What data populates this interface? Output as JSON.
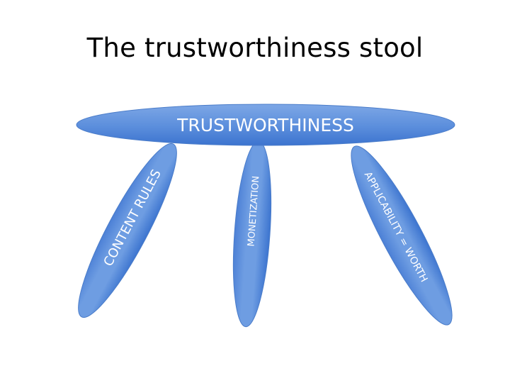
{
  "title": "The trustworthiness stool",
  "seat": {
    "label": "TRUSTWORTHINESS"
  },
  "legs": [
    {
      "label": "CONTENT RULES"
    },
    {
      "label": "MONETIZATION"
    },
    {
      "label": "APPLICABILITY = WORTH"
    }
  ],
  "colors": {
    "fill_top": "#7aa3e4",
    "fill_bottom": "#3d76d2",
    "outline": "#4a7cc9",
    "text": "#ffffff"
  }
}
